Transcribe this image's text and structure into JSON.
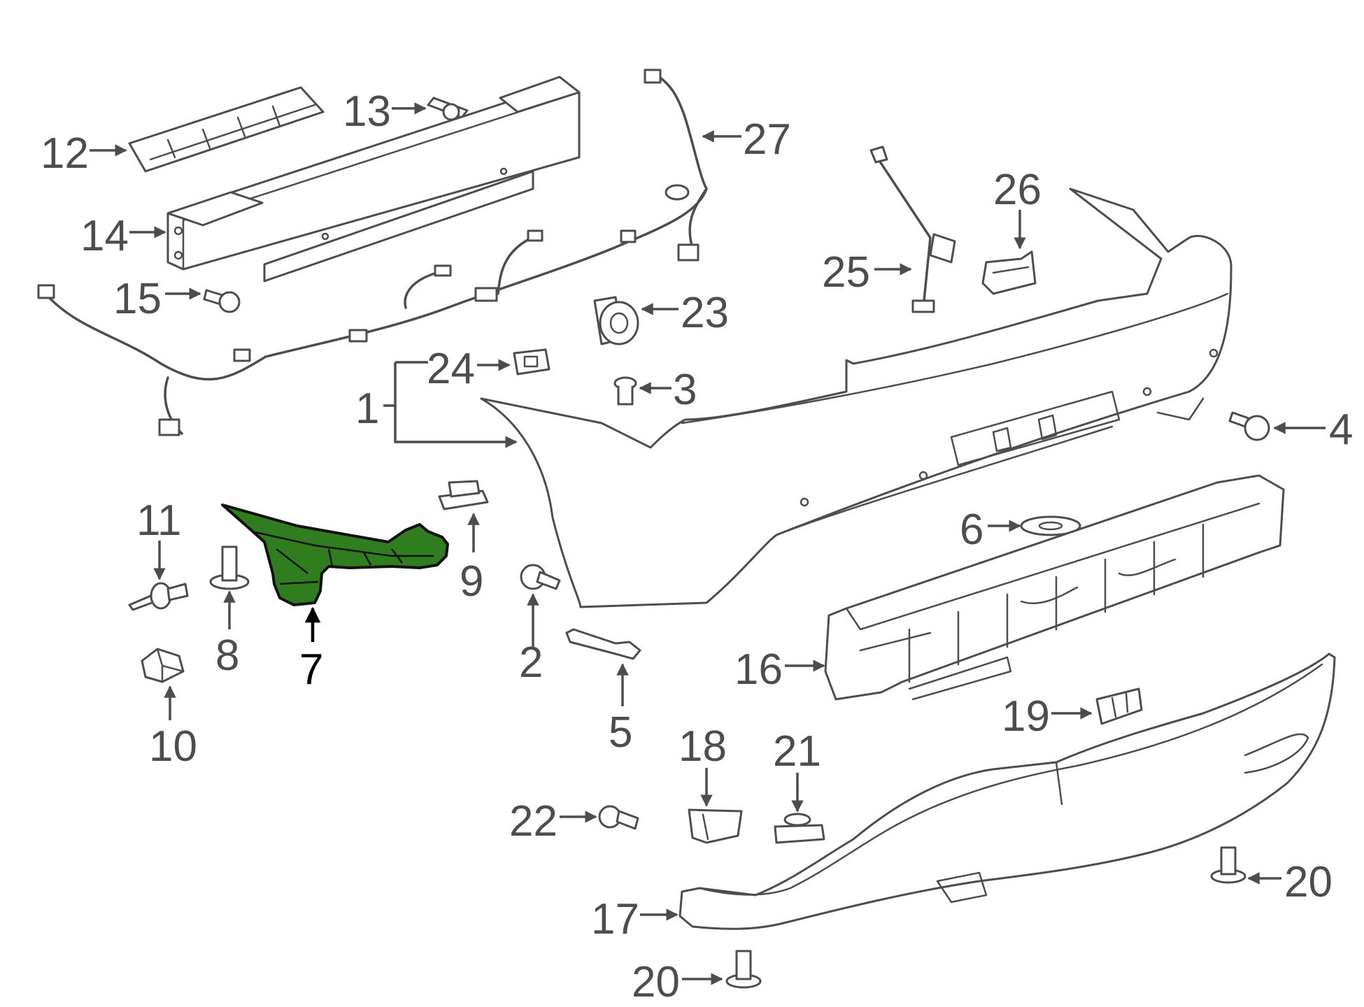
{
  "highlight": {
    "part": "7",
    "color": "#2f7d1e"
  },
  "callouts": [
    {
      "id": "1",
      "label": "1"
    },
    {
      "id": "2",
      "label": "2"
    },
    {
      "id": "3",
      "label": "3"
    },
    {
      "id": "4",
      "label": "4"
    },
    {
      "id": "5",
      "label": "5"
    },
    {
      "id": "6",
      "label": "6"
    },
    {
      "id": "7",
      "label": "7",
      "highlighted": true
    },
    {
      "id": "8",
      "label": "8"
    },
    {
      "id": "9",
      "label": "9"
    },
    {
      "id": "10",
      "label": "10"
    },
    {
      "id": "11",
      "label": "11"
    },
    {
      "id": "12",
      "label": "12"
    },
    {
      "id": "13",
      "label": "13"
    },
    {
      "id": "14",
      "label": "14"
    },
    {
      "id": "15",
      "label": "15"
    },
    {
      "id": "16",
      "label": "16"
    },
    {
      "id": "17",
      "label": "17"
    },
    {
      "id": "18",
      "label": "18"
    },
    {
      "id": "19",
      "label": "19"
    },
    {
      "id": "20a",
      "label": "20"
    },
    {
      "id": "20b",
      "label": "20"
    },
    {
      "id": "21",
      "label": "21"
    },
    {
      "id": "22",
      "label": "22"
    },
    {
      "id": "23",
      "label": "23"
    },
    {
      "id": "24",
      "label": "24"
    },
    {
      "id": "25",
      "label": "25"
    },
    {
      "id": "26",
      "label": "26"
    },
    {
      "id": "27",
      "label": "27"
    }
  ]
}
